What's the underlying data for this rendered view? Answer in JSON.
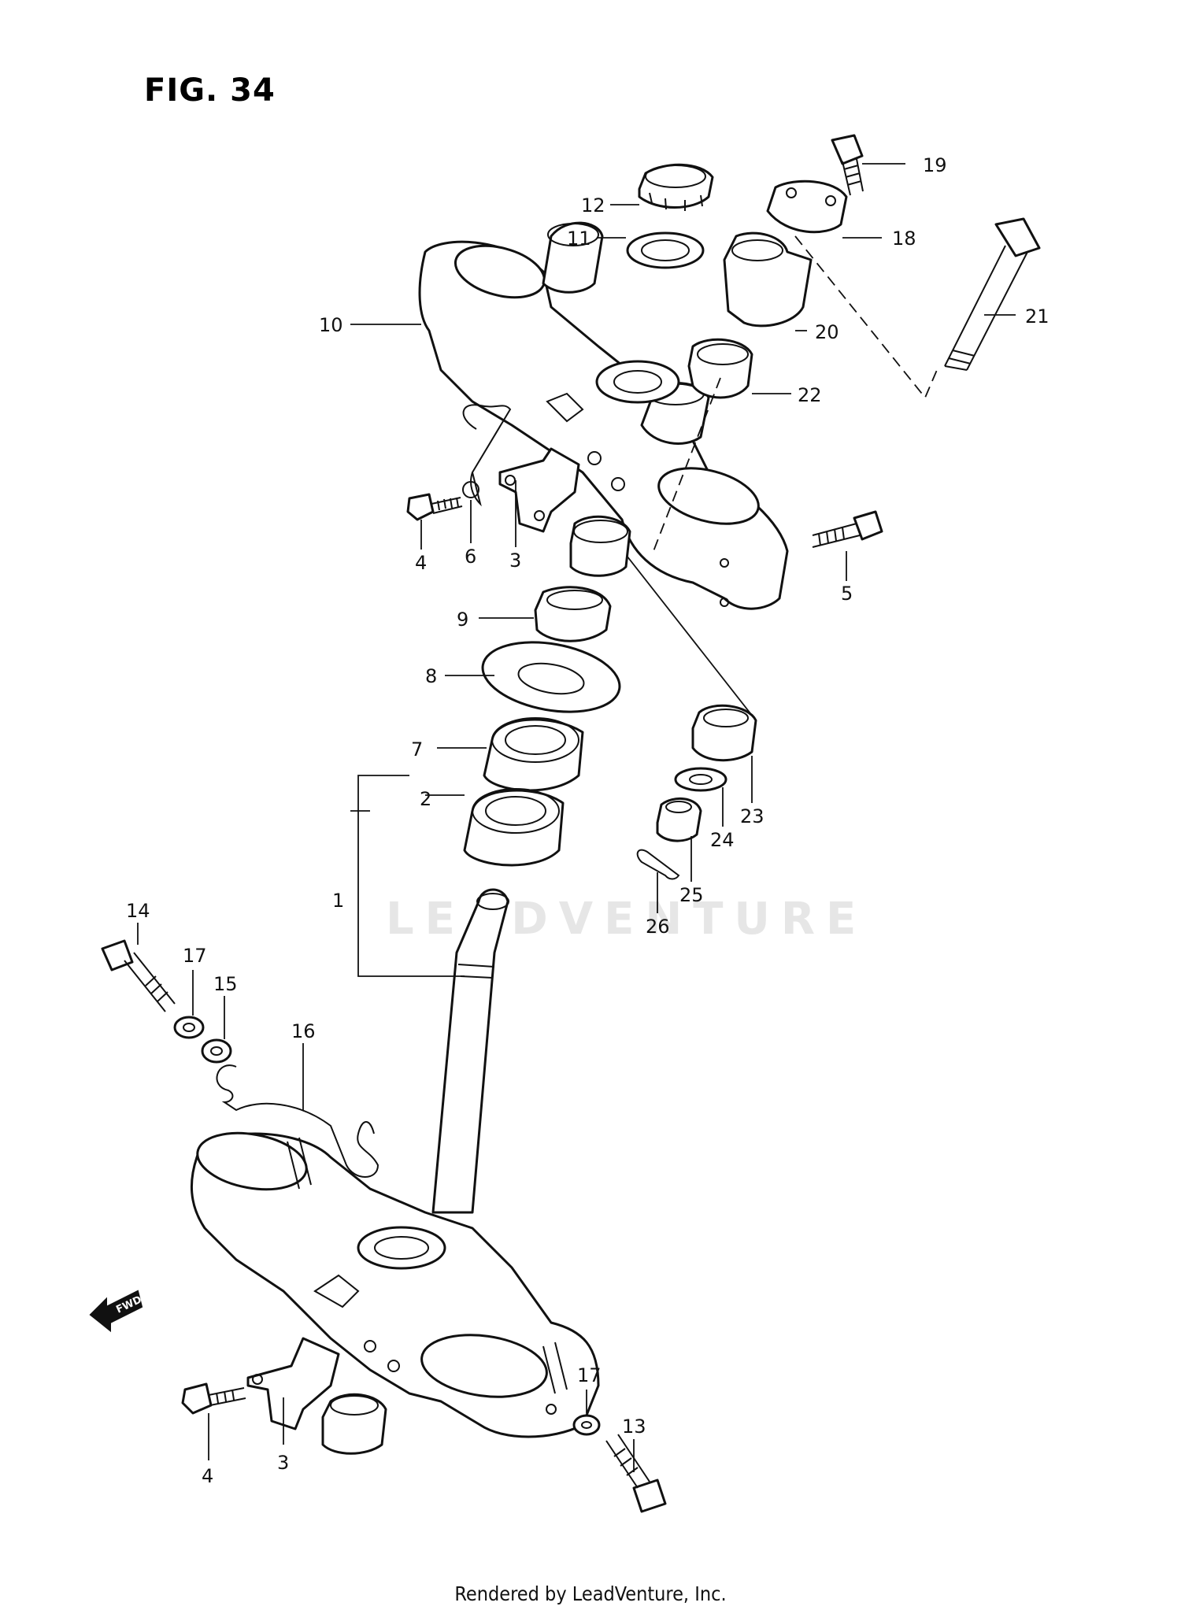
{
  "figure": {
    "title": "FIG. 34"
  },
  "footer": "Rendered by LeadVenture, Inc.",
  "watermark": "LEADVENTURE",
  "fwd_label": "FWD",
  "callouts": {
    "c1": "1",
    "c2": "2",
    "c3a": "3",
    "c3b": "3",
    "c4a": "4",
    "c4b": "4",
    "c5": "5",
    "c6": "6",
    "c7": "7",
    "c8": "8",
    "c9": "9",
    "c10": "10",
    "c11": "11",
    "c12": "12",
    "c13": "13",
    "c14": "14",
    "c15": "15",
    "c16": "16",
    "c17a": "17",
    "c17b": "17",
    "c18": "18",
    "c19": "19",
    "c20": "20",
    "c21": "21",
    "c22": "22",
    "c23": "23",
    "c24": "24",
    "c25": "25",
    "c26": "26"
  }
}
